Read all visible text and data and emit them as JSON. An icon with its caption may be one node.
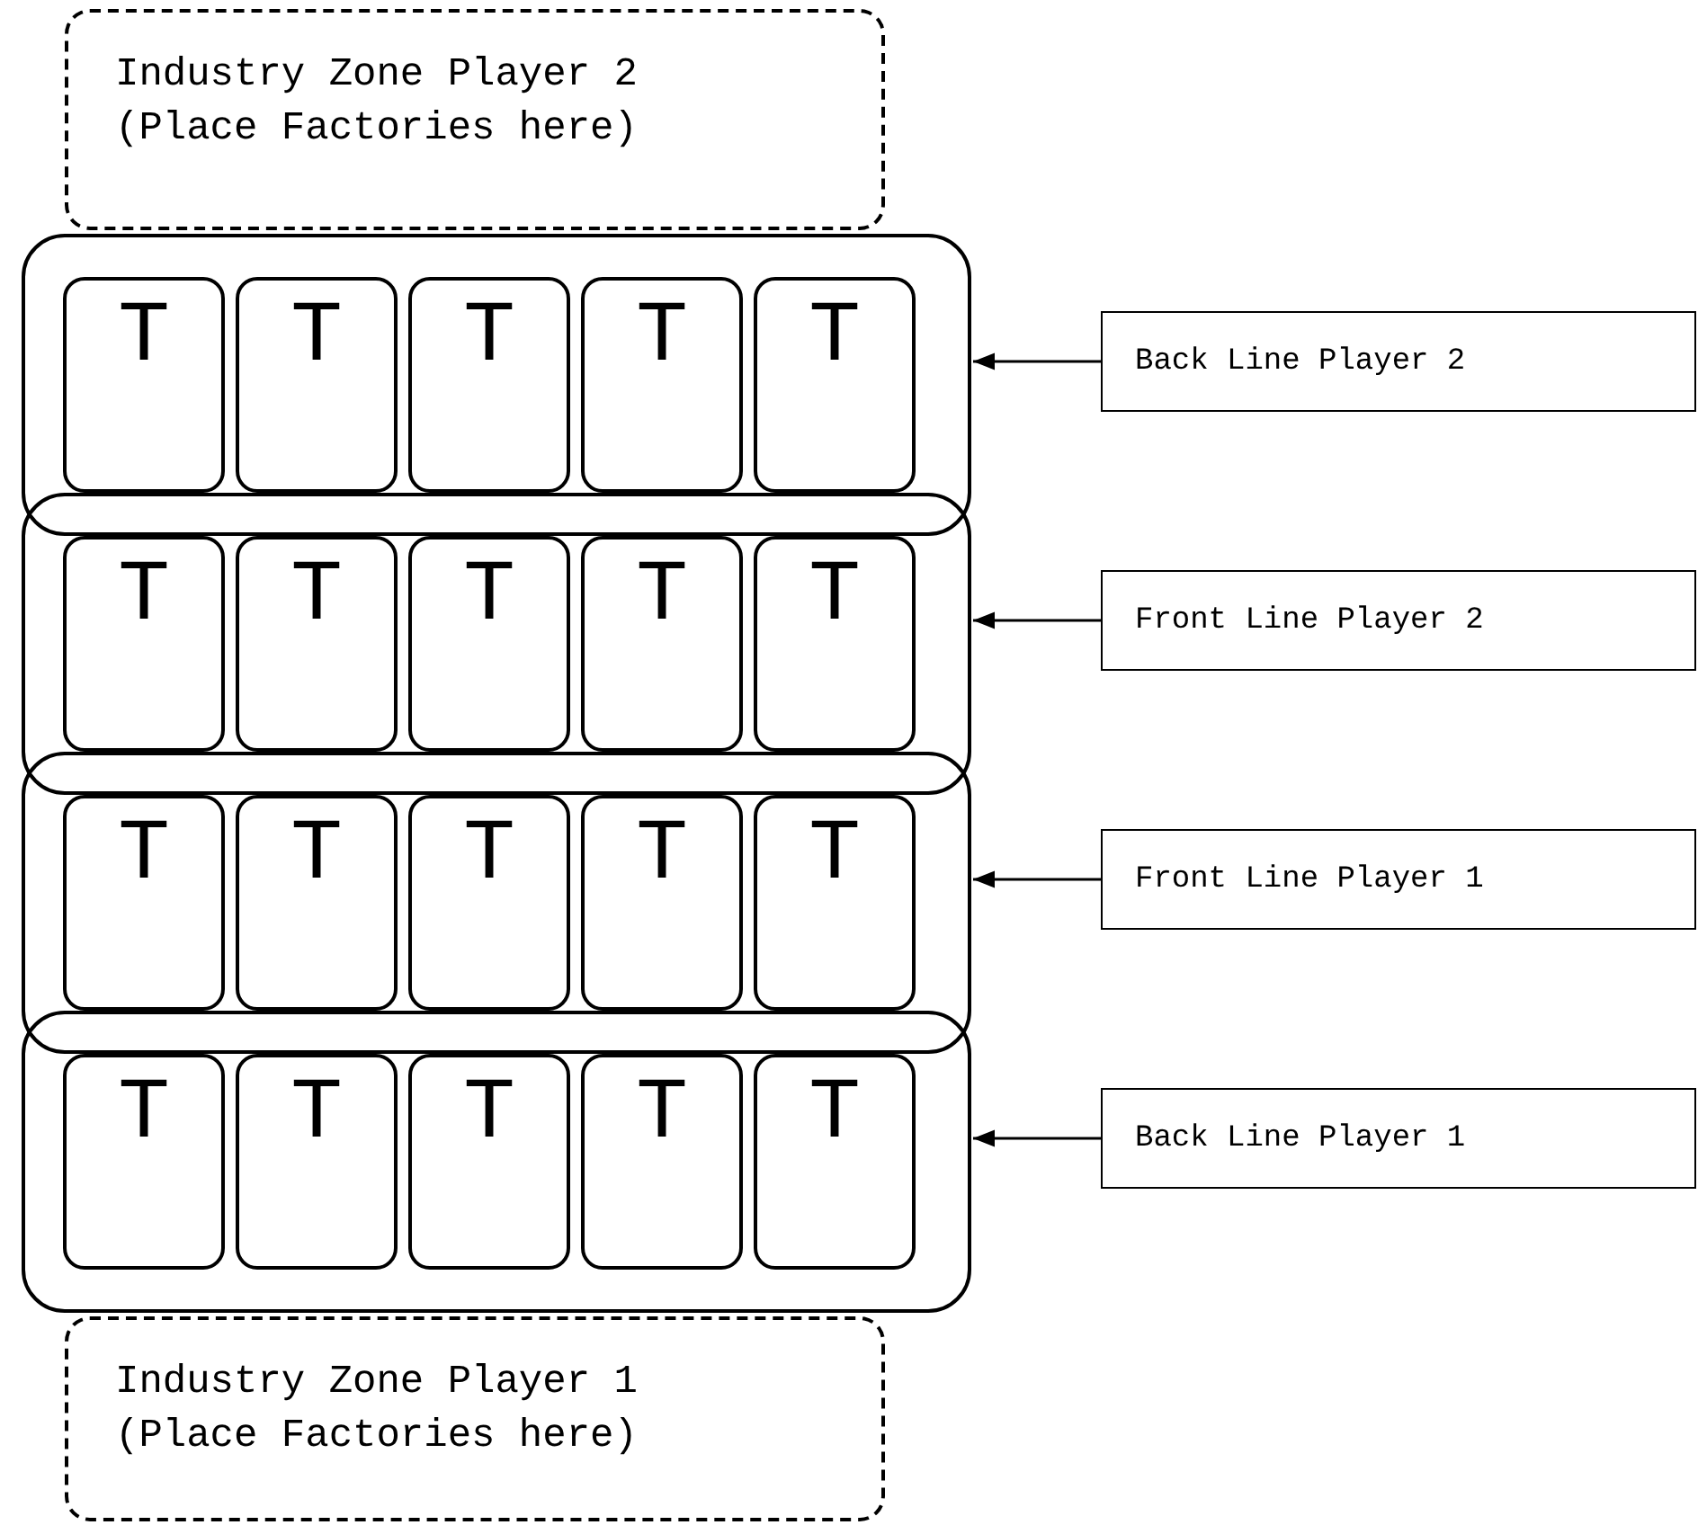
{
  "diagram": {
    "nodes": [
      {
        "text": [
          "Industry Zone Player 2",
          "(Place Factories here)"
        ]
      },
      {
        "text": [],
        "shape": "box"
      },
      {
        "text": [
          "T"
        ],
        "in": 1
      },
      {
        "text": [
          "T"
        ],
        "in": 1
      },
      {
        "text": [
          "T"
        ],
        "in": 1
      },
      {
        "text": [
          "T"
        ],
        "in": 1
      },
      {
        "text": [
          "T"
        ],
        "in": 1
      },
      {
        "text": [
          "Back Line Player 2"
        ]
      },
      {
        "text": [],
        "shape": "box"
      },
      {
        "text": [
          "T"
        ],
        "in": 8
      },
      {
        "text": [
          "T"
        ],
        "in": 8
      },
      {
        "text": [
          "T"
        ],
        "in": 8
      },
      {
        "text": [
          "T"
        ],
        "in": 8
      },
      {
        "text": [
          "T"
        ],
        "in": 8
      },
      {
        "text": [
          "Front Line Player 2"
        ]
      },
      {
        "text": [],
        "shape": "box"
      },
      {
        "text": [
          "T"
        ],
        "in": 15
      },
      {
        "text": [
          "T"
        ],
        "in": 15
      },
      {
        "text": [
          "T"
        ],
        "in": 15
      },
      {
        "text": [
          "T"
        ],
        "in": 15
      },
      {
        "text": [
          "T"
        ],
        "in": 15
      },
      {
        "text": [
          "Front Line Player 1"
        ]
      },
      {
        "text": [],
        "shape": "box"
      },
      {
        "text": [
          "T"
        ],
        "in": 22
      },
      {
        "text": [
          "T"
        ],
        "in": 22
      },
      {
        "text": [
          "T"
        ],
        "in": 22
      },
      {
        "text": [
          "T"
        ],
        "in": 22
      },
      {
        "text": [
          "T"
        ],
        "in": 22
      },
      {
        "text": [
          "Back Line Player 1"
        ]
      },
      {
        "text": [
          "Industry Zone Player 1",
          "(Place Factories here)"
        ]
      }
    ],
    "edges": [
      {
        "from": 7,
        "to": 1,
        "arrow": "to"
      },
      {
        "from": 14,
        "to": 8,
        "arrow": "to"
      },
      {
        "from": 21,
        "to": 15,
        "arrow": "to"
      },
      {
        "from": 28,
        "to": 22,
        "arrow": "to"
      }
    ]
  }
}
